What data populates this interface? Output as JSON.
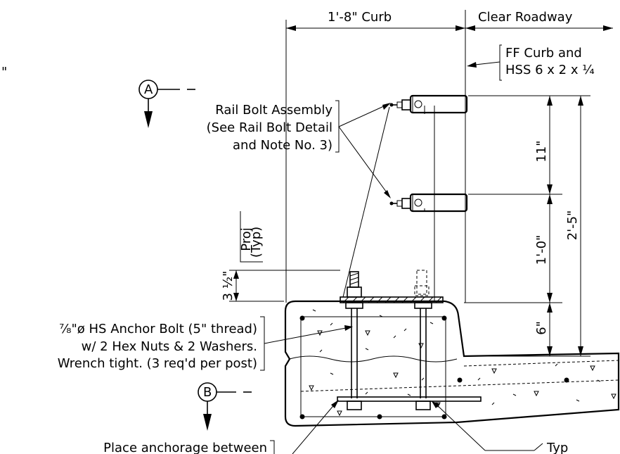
{
  "dimensions": {
    "curb_width": "1'-8\" Curb",
    "clear_roadway": "Clear Roadway",
    "upper_rail_spacing": "11\"",
    "lower_rail_spacing": "1'-0\"",
    "base_height": "6\"",
    "total_height": "2'-5\"",
    "projection": "3 ½\"",
    "proj_label": "Proj",
    "typ_label": "(Typ)",
    "stray_mark": "\""
  },
  "callouts": {
    "ff_curb_line1": "FF Curb and",
    "ff_curb_line2": "HSS 6 x 2 x ¼",
    "rail_bolt_line1": "Rail Bolt Assembly",
    "rail_bolt_line2": "(See Rail Bolt Detail",
    "rail_bolt_line3": "and Note No. 3)",
    "anchor_line1": "⁷⁄₈\"ø HS Anchor Bolt (5\" thread)",
    "anchor_line2": "w/ 2 Hex Nuts & 2 Washers.",
    "anchor_line3": "Wrench tight.  (3 req'd per post)",
    "place_anchorage": "Place anchorage between",
    "typ_bottom": "Typ"
  },
  "section_markers": {
    "a": "A",
    "b": "B"
  }
}
